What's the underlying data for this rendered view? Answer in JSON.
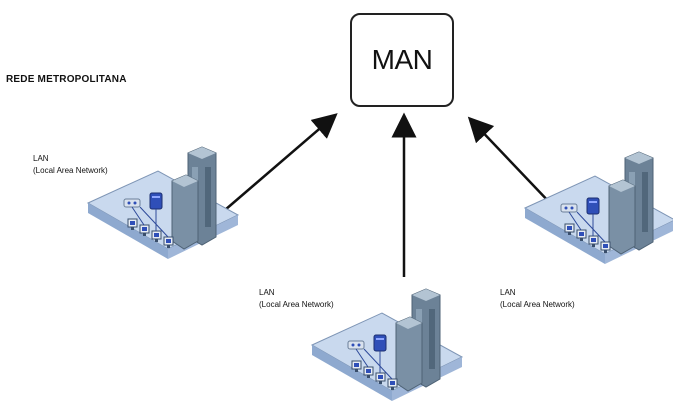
{
  "diagram": {
    "heading": "REDE METROPOLITANA",
    "center_node": {
      "label": "MAN"
    },
    "lan_nodes": [
      {
        "id": "left",
        "title": "LAN",
        "subtitle": "(Local Area Network)"
      },
      {
        "id": "bottom",
        "title": "LAN",
        "subtitle": "(Local Area Network)"
      },
      {
        "id": "right",
        "title": "LAN",
        "subtitle": "(Local Area Network)"
      }
    ],
    "edges": [
      {
        "from": "left",
        "to": "MAN",
        "style": "arrow"
      },
      {
        "from": "bottom",
        "to": "MAN",
        "style": "arrow"
      },
      {
        "from": "right",
        "to": "MAN",
        "style": "arrow"
      }
    ],
    "icons": [
      "building-icon",
      "server-icon",
      "computer-icon",
      "router-icon"
    ],
    "colors": {
      "arrow": "#111111",
      "platform_top": "#c9d9ee",
      "platform_side": "#8ea9cf",
      "building": "#6c8297",
      "building_light": "#b3c4d3",
      "device_accent": "#2f4fb8"
    }
  }
}
